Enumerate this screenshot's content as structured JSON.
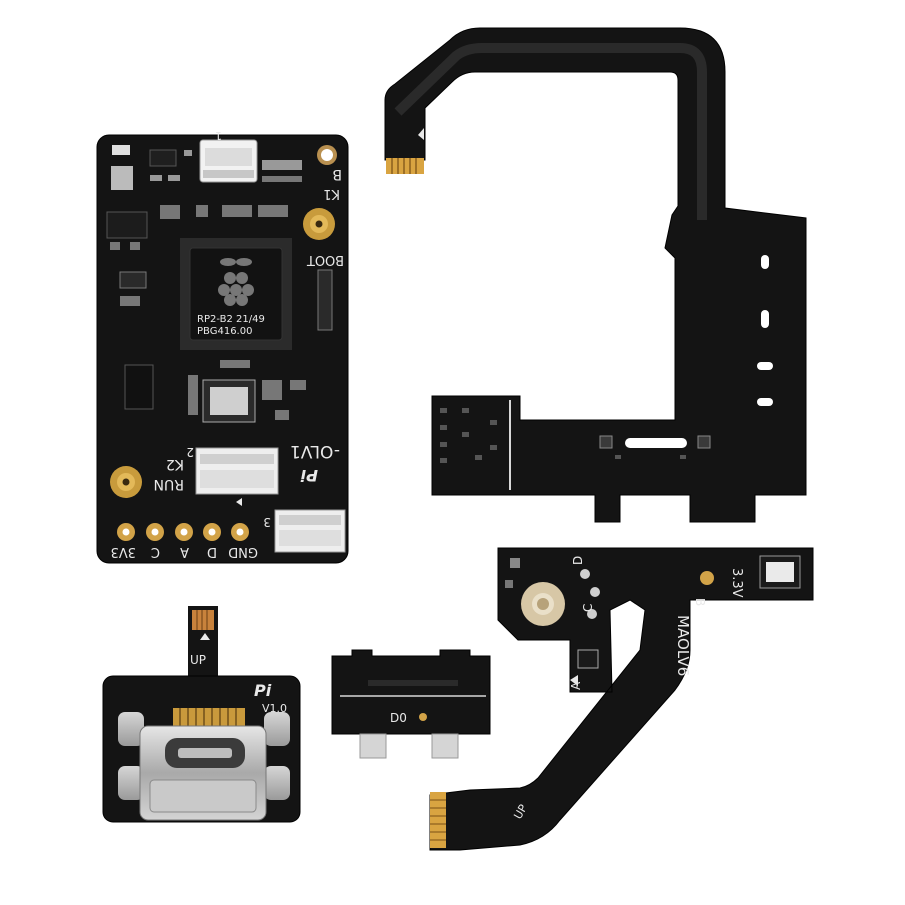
{
  "main_board": {
    "chip_line1": "RP2-B2  21/49",
    "chip_line2": "PBG416.00",
    "label_b": "B",
    "label_k1": "K1",
    "label_boot": "BOOT",
    "label_k2": "K2",
    "label_run": "RUN",
    "label_model": "-OLV1",
    "label_pi": "Pi",
    "label_1": "1",
    "label_2": "2",
    "label_3": "3",
    "pin_labels": [
      "3V3",
      "C",
      "A",
      "D",
      "GND"
    ]
  },
  "usb_board": {
    "label_up": "UP",
    "label_pi": "Pi",
    "label_version": "V1.0"
  },
  "d0_board": {
    "label": "D0"
  },
  "lower_flex": {
    "label_33v": "3.3V",
    "label_d": "D",
    "label_c": "C",
    "label_b": "B",
    "label_a": "A",
    "label_model": "MAOLV6",
    "label_up": "UP"
  },
  "colors": {
    "background": "#ffffff",
    "pcb": "#141414",
    "silkscreen": "#e9e9e9",
    "gold": "#d9a441",
    "copper": "#c8823c",
    "metal": "#bdbdbd"
  }
}
